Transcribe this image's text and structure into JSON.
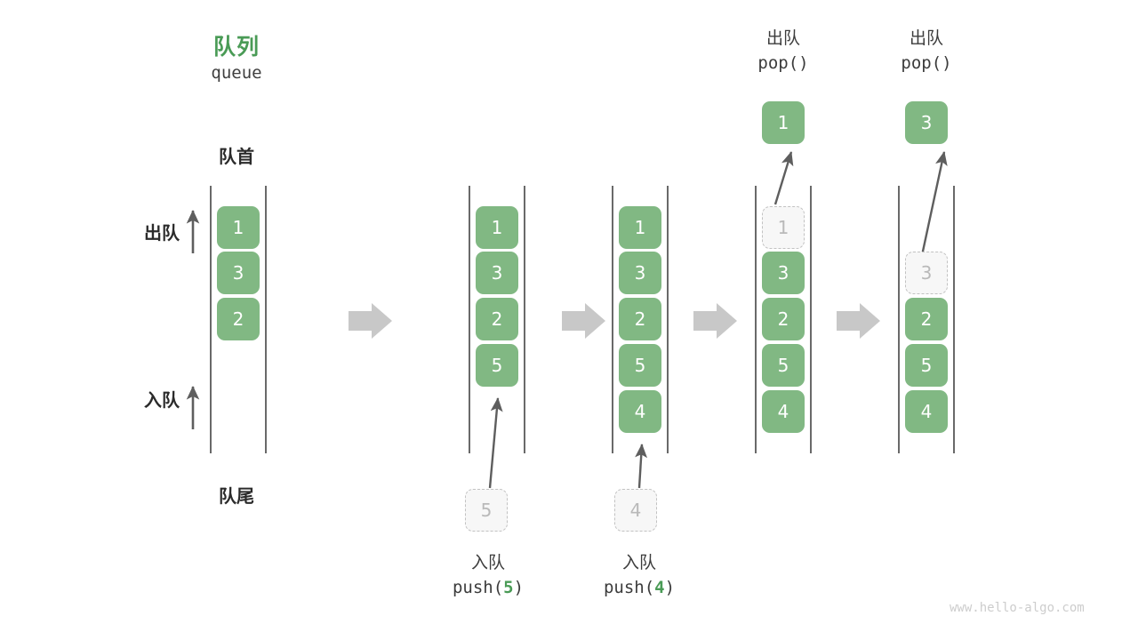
{
  "title": {
    "cn": "队列",
    "en": "queue",
    "color": "#4a9b56"
  },
  "labels": {
    "head": "队首",
    "tail": "队尾",
    "dequeue": "出队",
    "enqueue": "入队"
  },
  "colors": {
    "element_fill": "#81b883",
    "element_text": "#ffffff",
    "ghost_fill": "#f7f7f7",
    "ghost_border": "#c2c2c2",
    "ghost_text": "#b9b9b9",
    "rail": "#444444",
    "arrow": "#5e5e5e",
    "step_arrow": "#c8c8c8",
    "accent": "#4a9b56"
  },
  "columns": [
    {
      "id": "initial",
      "items": [
        "1",
        "3",
        "2"
      ],
      "ghost_index": null,
      "top_caption": null,
      "bottom_caption": null,
      "input_chip": null
    },
    {
      "id": "after-push-5",
      "items": [
        "1",
        "3",
        "2",
        "5"
      ],
      "ghost_index": null,
      "top_caption": null,
      "bottom_caption": {
        "cn": "入队",
        "fn": "push(",
        "arg": "5",
        "fn_end": ")"
      },
      "input_chip": "5"
    },
    {
      "id": "after-push-4",
      "items": [
        "1",
        "3",
        "2",
        "5",
        "4"
      ],
      "ghost_index": null,
      "top_caption": null,
      "bottom_caption": {
        "cn": "入队",
        "fn": "push(",
        "arg": "4",
        "fn_end": ")"
      },
      "input_chip": "4"
    },
    {
      "id": "pop-1",
      "items": [
        "1",
        "3",
        "2",
        "5",
        "4"
      ],
      "ghost_index": 0,
      "top_caption": {
        "cn": "出队",
        "fn": "pop()"
      },
      "popped_value": "1",
      "bottom_caption": null,
      "input_chip": null
    },
    {
      "id": "pop-3",
      "items": [
        "",
        "3",
        "2",
        "5",
        "4"
      ],
      "ghost_index": 1,
      "top_caption": {
        "cn": "出队",
        "fn": "pop()"
      },
      "popped_value": "3",
      "bottom_caption": null,
      "input_chip": null
    }
  ],
  "step_arrows": [
    {
      "id": "step-arrow-1"
    },
    {
      "id": "step-arrow-2"
    },
    {
      "id": "step-arrow-3"
    },
    {
      "id": "step-arrow-4"
    }
  ],
  "watermark": "www.hello-algo.com"
}
